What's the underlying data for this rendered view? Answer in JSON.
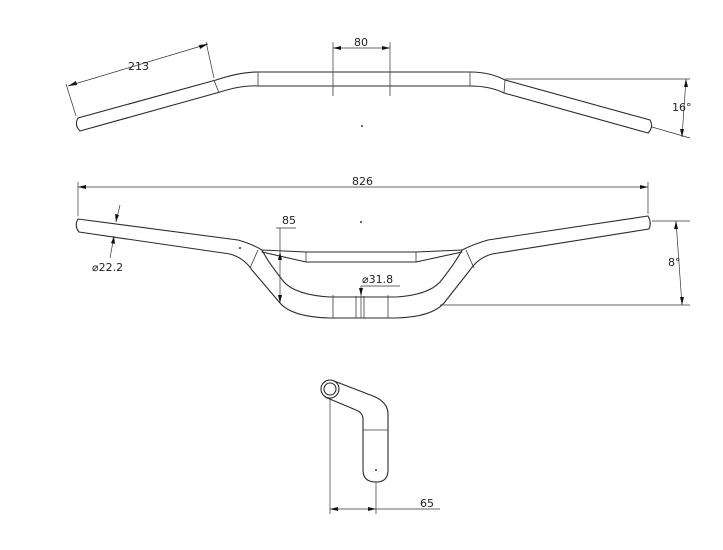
{
  "top_view": {
    "dim_grip_length": "213",
    "dim_center_clamp_width": "80",
    "dim_sweep_angle": "16°"
  },
  "front_view": {
    "dim_overall_width": "826",
    "dim_rise": "85",
    "dim_grip_diameter": "⌀22.2",
    "dim_clamp_diameter": "⌀31.8",
    "dim_upsweep_angle": "8°"
  },
  "side_view": {
    "dim_offset": "65"
  }
}
